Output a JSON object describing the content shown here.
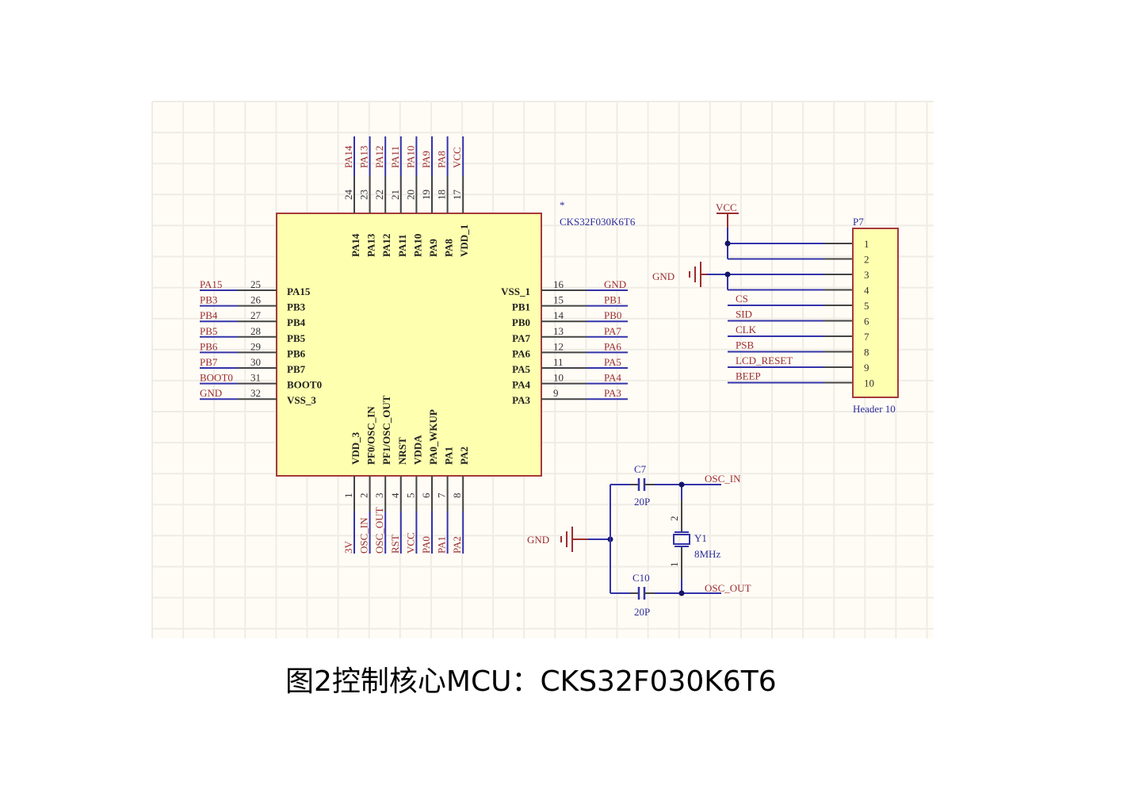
{
  "caption": "图2控制核心MCU：CKS32F030K6T6",
  "colors": {
    "grid_bg": "#fffcf6",
    "grid_line": "#efece6",
    "chip_fill": "#ffffb0",
    "chip_border": "#a63a3a",
    "wire": "#3333aa",
    "pin": "#444444",
    "net_label": "#9b2d2d",
    "component_label": "#2b2b9a",
    "junction": "#141466"
  },
  "mcu": {
    "designator_mark": "*",
    "part": "CKS32F030K6T6",
    "left_pins": [
      {
        "num": "25",
        "name": "PA15",
        "net": "PA15"
      },
      {
        "num": "26",
        "name": "PB3",
        "net": "PB3"
      },
      {
        "num": "27",
        "name": "PB4",
        "net": "PB4"
      },
      {
        "num": "28",
        "name": "PB5",
        "net": "PB5"
      },
      {
        "num": "29",
        "name": "PB6",
        "net": "PB6"
      },
      {
        "num": "30",
        "name": "PB7",
        "net": "PB7"
      },
      {
        "num": "31",
        "name": "BOOT0",
        "net": "BOOT0"
      },
      {
        "num": "32",
        "name": "VSS_3",
        "net": "GND"
      }
    ],
    "right_pins": [
      {
        "num": "16",
        "name": "VSS_1",
        "net": "GND"
      },
      {
        "num": "15",
        "name": "PB1",
        "net": "PB1"
      },
      {
        "num": "14",
        "name": "PB0",
        "net": "PB0"
      },
      {
        "num": "13",
        "name": "PA7",
        "net": "PA7"
      },
      {
        "num": "12",
        "name": "PA6",
        "net": "PA6"
      },
      {
        "num": "11",
        "name": "PA5",
        "net": "PA5"
      },
      {
        "num": "10",
        "name": "PA4",
        "net": "PA4"
      },
      {
        "num": "9",
        "name": "PA3",
        "net": "PA3"
      }
    ],
    "top_pins": [
      {
        "num": "24",
        "name": "PA14",
        "net": "PA14"
      },
      {
        "num": "23",
        "name": "PA13",
        "net": "PA13"
      },
      {
        "num": "22",
        "name": "PA12",
        "net": "PA12"
      },
      {
        "num": "21",
        "name": "PA11",
        "net": "PA11"
      },
      {
        "num": "20",
        "name": "PA10",
        "net": "PA10"
      },
      {
        "num": "19",
        "name": "PA9",
        "net": "PA9"
      },
      {
        "num": "18",
        "name": "PA8",
        "net": "PA8"
      },
      {
        "num": "17",
        "name": "VDD_1",
        "net": "VCC"
      }
    ],
    "bottom_pins": [
      {
        "num": "1",
        "name": "VDD_3",
        "net": "3V"
      },
      {
        "num": "2",
        "name": "PF0/OSC_IN",
        "net": "OSC_IN"
      },
      {
        "num": "3",
        "name": "PF1/OSC_OUT",
        "net": "OSC_OUT"
      },
      {
        "num": "4",
        "name": "NRST",
        "net": "RST"
      },
      {
        "num": "5",
        "name": "VDDA",
        "net": "VCC"
      },
      {
        "num": "6",
        "name": "PA0_WKUP",
        "net": "PA0"
      },
      {
        "num": "7",
        "name": "PA1",
        "net": "PA1"
      },
      {
        "num": "8",
        "name": "PA2",
        "net": "PA2"
      }
    ]
  },
  "header": {
    "designator": "P7",
    "part": "Header 10",
    "power_label": "VCC",
    "ground_label": "GND",
    "pins": [
      {
        "num": "1",
        "net": ""
      },
      {
        "num": "2",
        "net": ""
      },
      {
        "num": "3",
        "net": ""
      },
      {
        "num": "4",
        "net": ""
      },
      {
        "num": "5",
        "net": "CS"
      },
      {
        "num": "6",
        "net": "SID"
      },
      {
        "num": "7",
        "net": "CLK"
      },
      {
        "num": "8",
        "net": "PSB"
      },
      {
        "num": "9",
        "net": "LCD_RESET"
      },
      {
        "num": "10",
        "net": "BEEP"
      }
    ]
  },
  "oscillator": {
    "ground_label": "GND",
    "c_top": {
      "designator": "C7",
      "value": "20P"
    },
    "c_bottom": {
      "designator": "C10",
      "value": "20P"
    },
    "crystal": {
      "designator": "Y1",
      "value": "8MHz",
      "pin_top": "2",
      "pin_bottom": "1"
    },
    "net_in": "OSC_IN",
    "net_out": "OSC_OUT"
  }
}
